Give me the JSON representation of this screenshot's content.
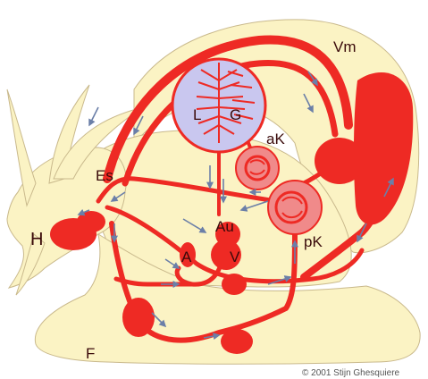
{
  "labels": {
    "vm": "Vm",
    "l": "L",
    "g": "G",
    "ak": "aK",
    "es": "Es",
    "h": "H",
    "au": "Au",
    "a": "A",
    "v": "V",
    "pk": "pK",
    "f": "F"
  },
  "credit": "© 2001 Stijn Ghesquiere",
  "colors": {
    "body": "#fbf3c4",
    "body_outline": "#c9b98c",
    "vessel": "#ee2a24",
    "lung": "#c9c7ef",
    "kidney": "#f08a8a",
    "arrow": "#6b7fa8",
    "text": "#3a0a0a"
  }
}
